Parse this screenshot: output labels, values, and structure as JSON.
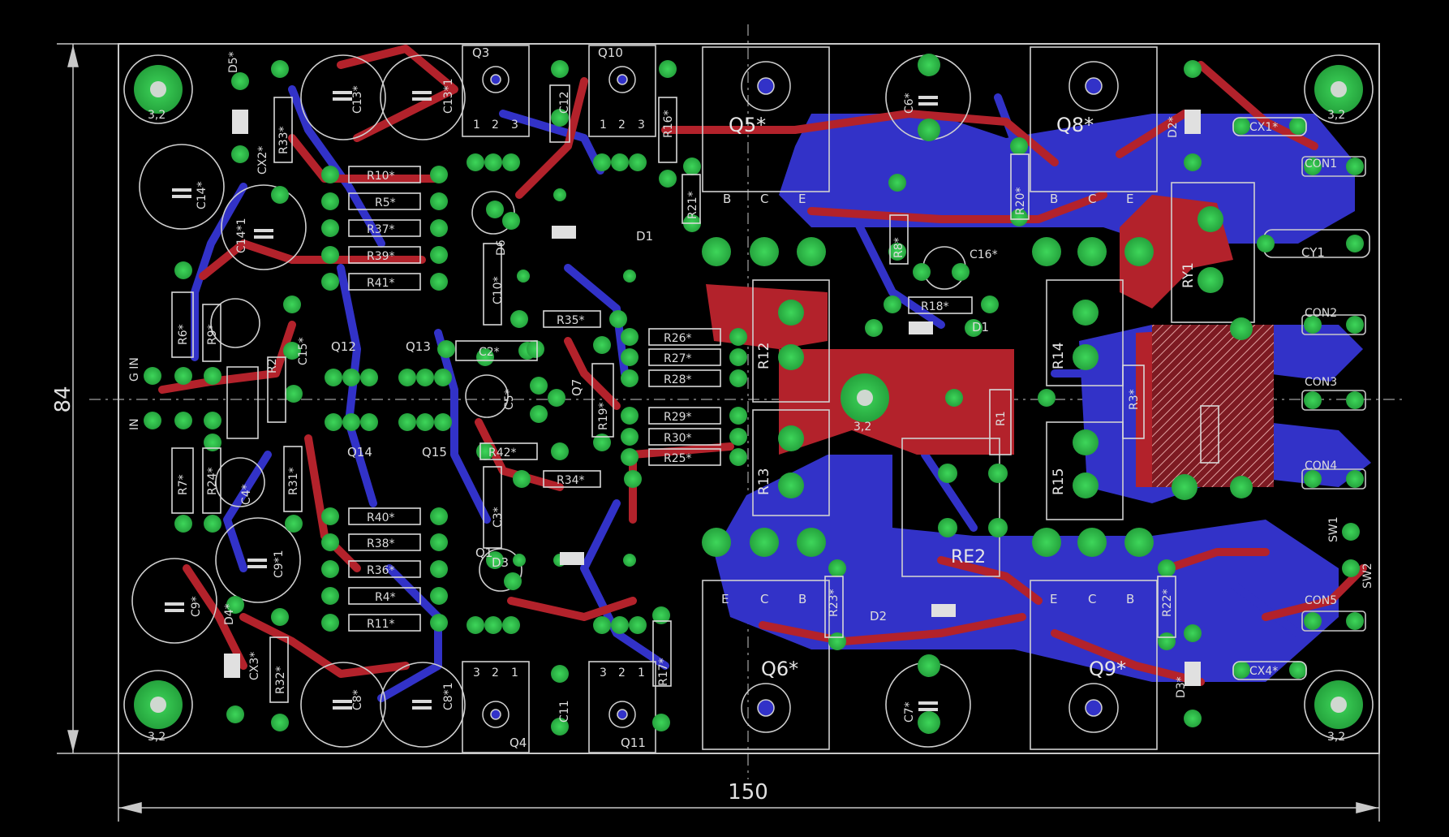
{
  "board": {
    "dim_width": "150",
    "dim_height": "84",
    "mount_label": "3,2",
    "colors": {
      "background": "#000000",
      "top_copper": "#b3222b",
      "bottom_copper": "#3232c8",
      "pad": "#2fb84a",
      "outline": "#c8c8c8",
      "silk": "#dcdcdc"
    }
  },
  "transistors": {
    "Q3": "Q3",
    "Q10": "Q10",
    "Q4": "Q4",
    "Q11": "Q11",
    "Q5": "Q5*",
    "Q8": "Q8*",
    "Q6": "Q6*",
    "Q9": "Q9*",
    "Q12": "Q12",
    "Q13": "Q13",
    "Q14": "Q14",
    "Q15": "Q15",
    "Q7": "Q7",
    "Q1": "Q1"
  },
  "pin_labels": {
    "b": "B",
    "c": "C",
    "e": "E",
    "one": "1",
    "two": "2",
    "three": "3"
  },
  "resistors": {
    "R10": "R10*",
    "R5": "R5*",
    "R37": "R37*",
    "R39": "R39*",
    "R41": "R41*",
    "R40": "R40*",
    "R38": "R38*",
    "R36": "R36*",
    "R4": "R4*",
    "R11": "R11*",
    "R35": "R35*",
    "R26": "R26*",
    "R27": "R27*",
    "R28": "R28*",
    "R29": "R29*",
    "R30": "R30*",
    "R25": "R25*",
    "R42": "R42*",
    "R34": "R34*",
    "R19": "R19*",
    "R33": "R33*",
    "R32": "R32*",
    "R6": "R6*",
    "R9": "R9*",
    "R7": "R7*",
    "R24": "R24*",
    "R31": "R31*",
    "R2": "R2",
    "R16": "R16*",
    "R17": "R17*",
    "R21": "R21*",
    "R20": "R20*",
    "R8": "R8*",
    "R18": "R18*",
    "R1": "R1",
    "R12": "R12",
    "R13": "R13",
    "R14": "R14",
    "R15": "R15",
    "R3": "R3*",
    "R23": "R23*",
    "R22": "R22*"
  },
  "capacitors": {
    "C13": "C13*",
    "C13_1": "C13*1",
    "C14": "C14*",
    "C14_1": "C14*1",
    "C12": "C12",
    "C11": "C11",
    "C6": "C6*",
    "C16": "C16*",
    "C10": "C10*",
    "C2": "C2*",
    "C5": "C5*",
    "C3": "C3*",
    "C4": "C4*",
    "C15": "C15*",
    "C9": "C9*",
    "C9_1": "C9*1",
    "C8": "C8*",
    "C8_1": "C8*1",
    "C7": "C7*",
    "CX1": "CX1*",
    "CX2": "CX2*",
    "CX3": "CX3*",
    "CX4": "CX4*",
    "CY1": "CY1"
  },
  "diodes": {
    "D1a": "D1",
    "D1b": "D1",
    "D2a": "D2*",
    "D2b": "D2",
    "D3a": "D3",
    "D3b": "D3*",
    "D4": "D4*",
    "D5": "D5*",
    "D6": "D6"
  },
  "connectors": {
    "con1": "CON1",
    "con2": "CON2",
    "con3": "CON3",
    "con4": "CON4",
    "con5": "CON5",
    "sw1": "SW1",
    "sw2": "SW2",
    "ry1": "RY1",
    "re2": "RE2",
    "g_in": "G IN",
    "in": "IN"
  }
}
